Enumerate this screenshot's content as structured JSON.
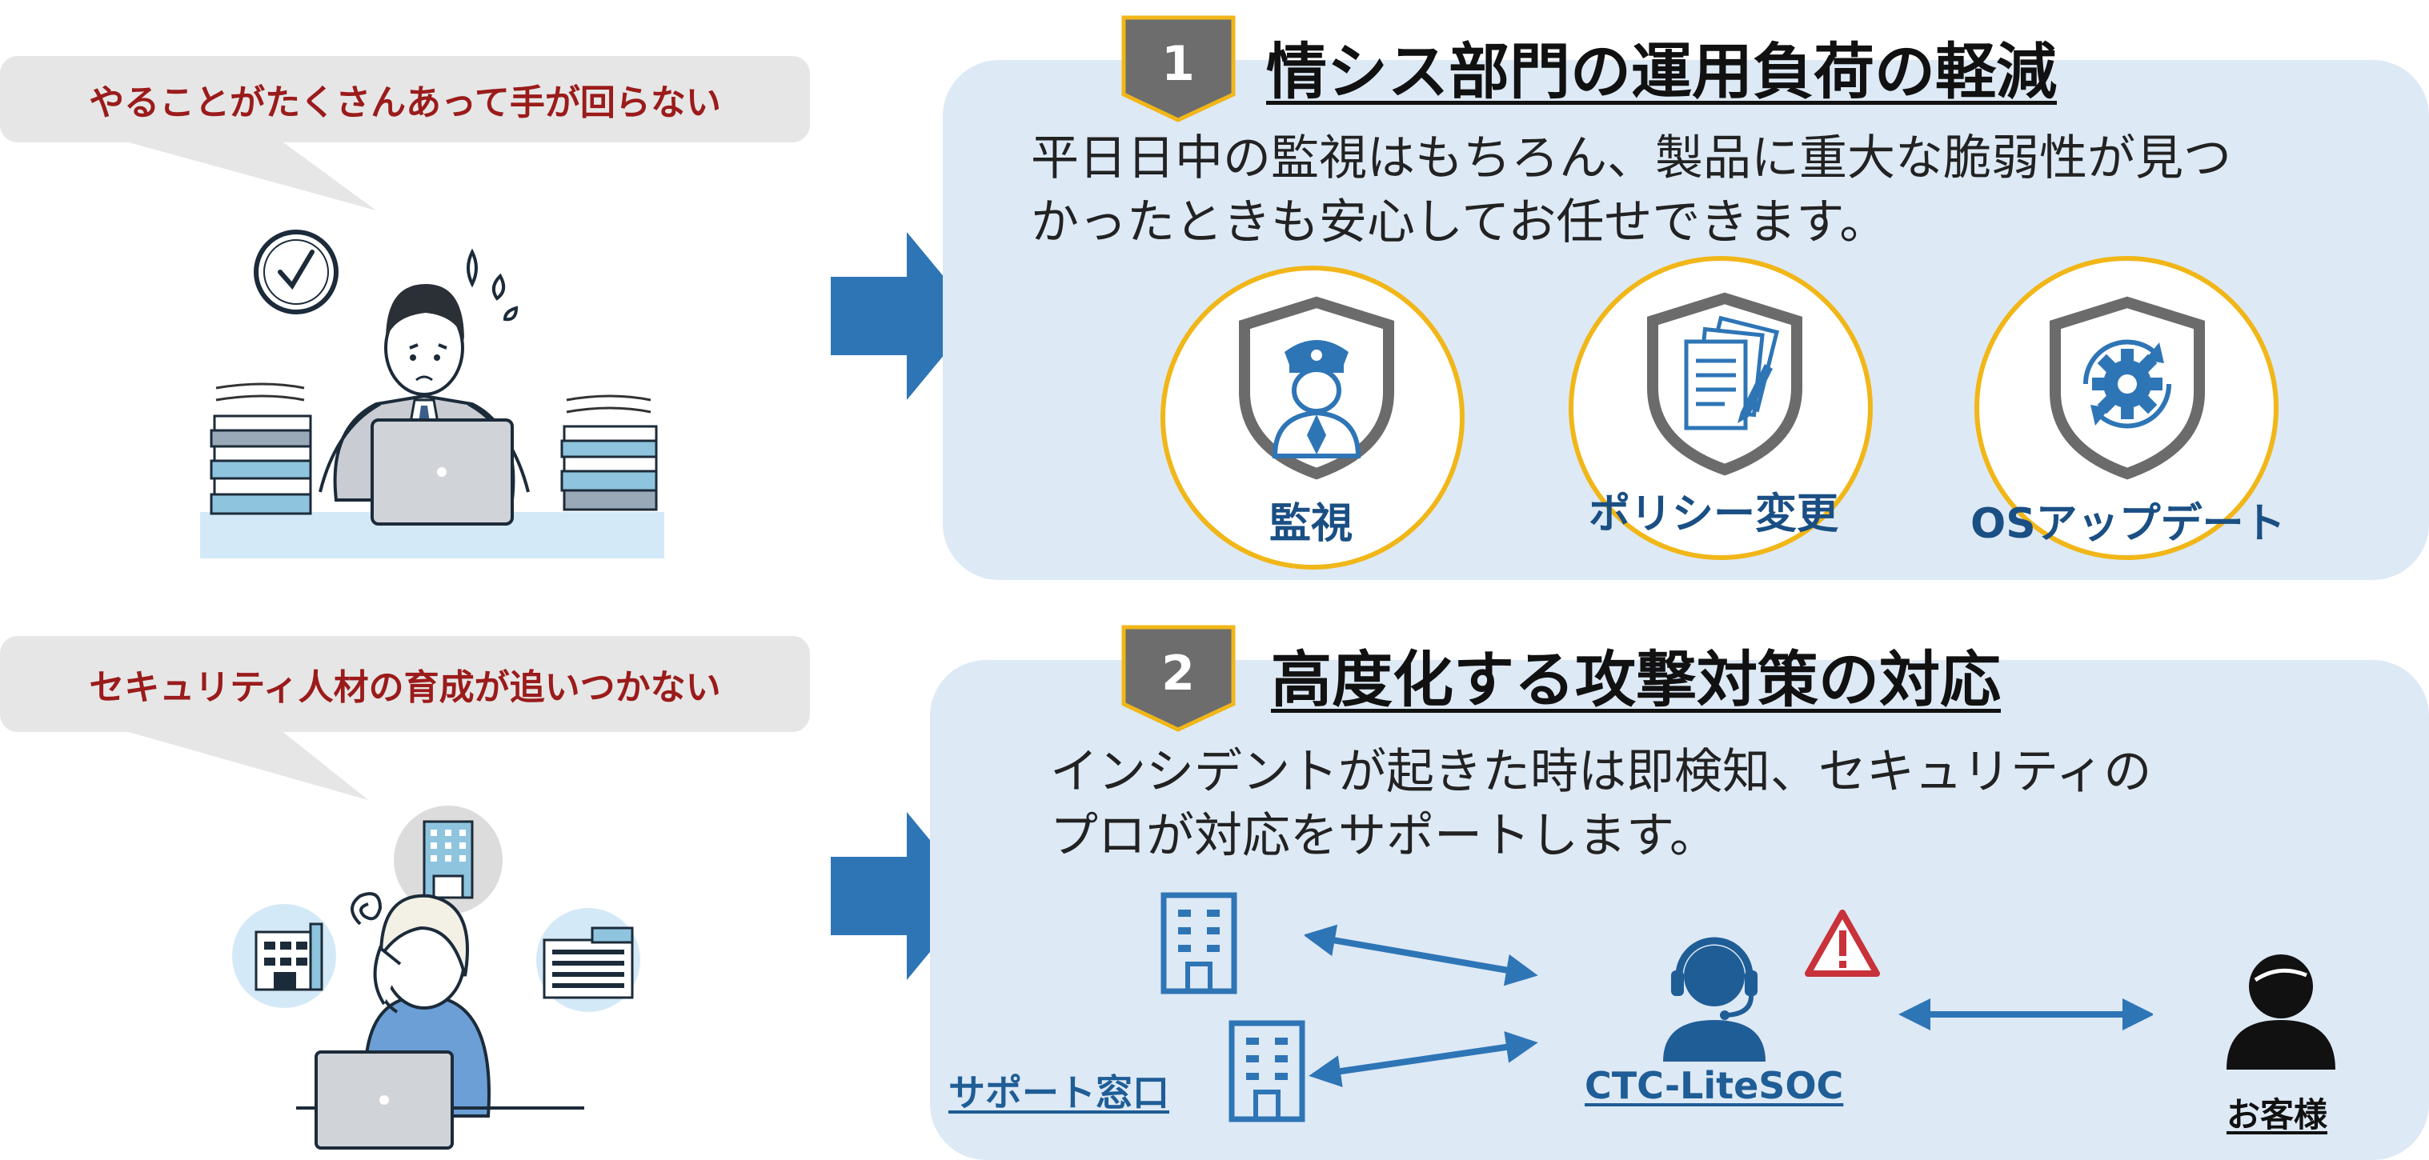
{
  "pain_points": [
    {
      "text": "やることがたくさんあって手が回らない"
    },
    {
      "text": "セキュリティ人材の育成が追いつかない"
    }
  ],
  "sections": [
    {
      "number": "1",
      "heading": "情シス部門の運用負荷の軽減",
      "desc_line1": "平日日中の監視はもちろん、製品に重大な脆弱性が見つ",
      "desc_line2": "かったときも安心してお任せできます。",
      "features": [
        {
          "label": "監視",
          "icon": "guard-shield-icon"
        },
        {
          "label": "ポリシー変更",
          "icon": "document-shield-icon"
        },
        {
          "label": "OSアップデート",
          "icon": "gear-shield-icon"
        }
      ]
    },
    {
      "number": "2",
      "heading": "高度化する攻撃対策の対応",
      "desc_line1": "インシデントが起きた時は即検知、セキュリティの",
      "desc_line2": "プロが対応をサポートします。",
      "nodes": {
        "support": "サポート窓口",
        "soc": "CTC-LiteSOC",
        "customer": "お客様"
      }
    }
  ],
  "colors": {
    "accent_blue": "#2e75b6",
    "panel_bg": "#dde9f5",
    "ring": "#f1b618",
    "badge": "#6d6d6d",
    "pain_text": "#9b1b1b",
    "label_blue": "#1a4f84",
    "alert": "#c8323a"
  }
}
